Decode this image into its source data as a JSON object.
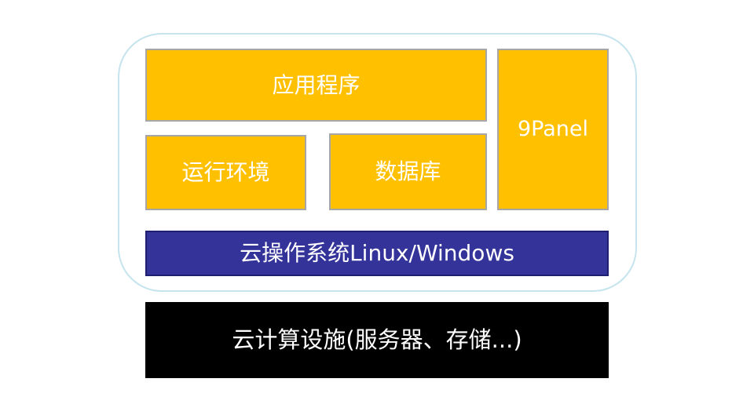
{
  "colors": {
    "page_bg": "#ffffff",
    "container_border": "#c5e4ee",
    "box_fill": "#ffc000",
    "box_border": "#a6a6a6",
    "box_text": "#ffffff",
    "os_fill": "#333399",
    "os_border": "#1f1f72",
    "infra_fill": "#000000"
  },
  "diagram": {
    "boxes": {
      "app": {
        "label": "应用程序"
      },
      "runtime": {
        "label": "运行环境"
      },
      "database": {
        "label": "数据库"
      },
      "panel": {
        "label": "9Panel"
      }
    },
    "os_bar": {
      "label": "云操作系统Linux/Windows"
    },
    "infra_bar": {
      "label": "云计算设施(服务器、存储...)"
    }
  }
}
